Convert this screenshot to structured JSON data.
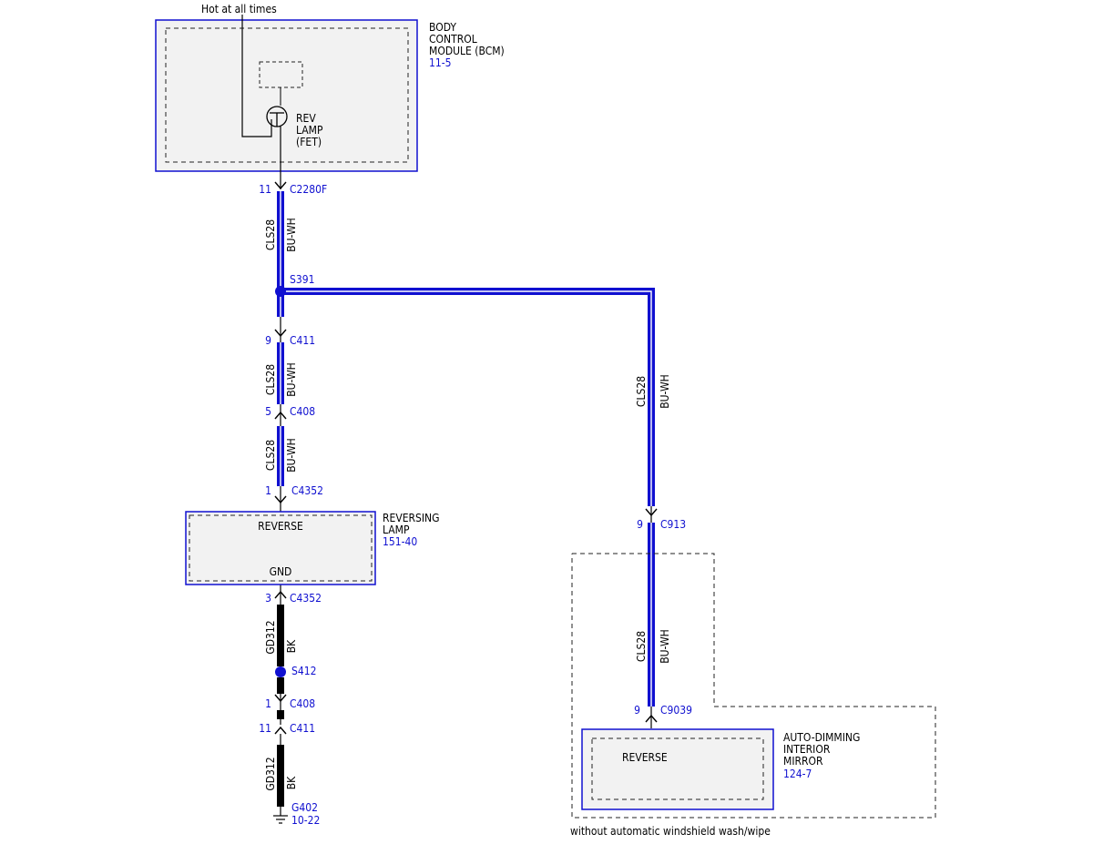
{
  "hot_at_all_times": "Hot at all times",
  "bcm": {
    "line1": "BODY",
    "line2": "CONTROL",
    "line3": "MODULE (BCM)",
    "ref": "11-5",
    "fet_line1": "REV",
    "fet_line2": "LAMP",
    "fet_line3": "(FET)"
  },
  "connectors": {
    "c2280f": {
      "pin": "11",
      "name": "C2280F"
    },
    "s391": "S391",
    "c411_top": {
      "pin": "9",
      "name": "C411"
    },
    "c408_top": {
      "pin": "5",
      "name": "C408"
    },
    "c4352_top": {
      "pin": "1",
      "name": "C4352"
    },
    "c4352_bottom": {
      "pin": "3",
      "name": "C4352"
    },
    "s412": "S412",
    "c408_bottom": {
      "pin": "1",
      "name": "C408"
    },
    "c411_bottom": {
      "pin": "11",
      "name": "C411"
    },
    "c913": {
      "pin": "9",
      "name": "C913"
    },
    "c9039": {
      "pin": "9",
      "name": "C9039"
    }
  },
  "wires": {
    "cls28": "CLS28",
    "bu_wh": "BU-WH",
    "gd312": "GD312",
    "bk": "BK"
  },
  "reversing_lamp": {
    "pin_top": "REVERSE",
    "pin_bottom": "GND",
    "line1": "REVERSING",
    "line2": "LAMP",
    "ref": "151-40"
  },
  "ground": {
    "name": "G402",
    "ref": "10-22"
  },
  "mirror": {
    "pin": "REVERSE",
    "line1": "AUTO-DIMMING",
    "line2": "INTERIOR",
    "line3": "MIRROR",
    "ref": "124-7"
  },
  "option_note": "without automatic windshield wash/wipe",
  "colors": {
    "blue": "#1010d0",
    "black": "#000000",
    "box_fill": "#f2f2f2"
  }
}
